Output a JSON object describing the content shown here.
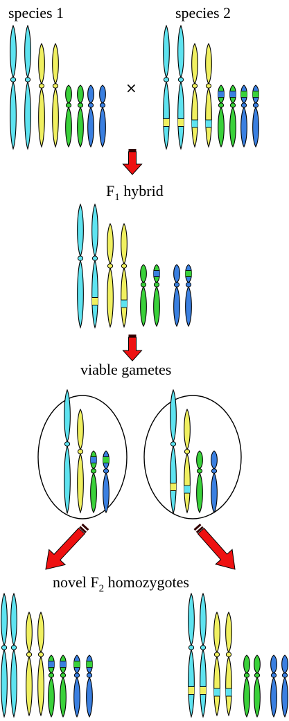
{
  "labels": {
    "species1": "species 1",
    "species2": "species 2",
    "cross": "×",
    "f1_prefix": "F",
    "f1_sub": "1",
    "f1_suffix": " hybrid",
    "gametes": "viable gametes",
    "f2_prefix": "novel F",
    "f2_sub": "2",
    "f2_suffix": " homozygotes"
  },
  "colors": {
    "chrom1": "#5ee3f0",
    "chrom2": "#f0f060",
    "chrom3": "#3ad13a",
    "chrom4": "#3a7fe0",
    "arrow": "#ee1111",
    "arrow_cap": "#330000",
    "ellipse": "#000000"
  },
  "rows": {
    "species1": [
      {
        "type": "c1",
        "bands": []
      },
      {
        "type": "c1",
        "bands": []
      },
      {
        "type": "c2",
        "bands": []
      },
      {
        "type": "c2",
        "bands": []
      },
      {
        "type": "c3",
        "bands": []
      },
      {
        "type": "c3",
        "bands": []
      },
      {
        "type": "c4",
        "bands": []
      },
      {
        "type": "c4",
        "bands": []
      }
    ],
    "species2": [
      {
        "type": "c1",
        "bands": [
          "chrom2"
        ]
      },
      {
        "type": "c1",
        "bands": [
          "chrom2"
        ]
      },
      {
        "type": "c2",
        "bands": [
          "chrom1"
        ]
      },
      {
        "type": "c2",
        "bands": [
          "chrom1"
        ]
      },
      {
        "type": "c3",
        "bands": [
          "chrom4"
        ]
      },
      {
        "type": "c3",
        "bands": [
          "chrom4"
        ]
      },
      {
        "type": "c4",
        "bands": [
          "chrom3"
        ]
      },
      {
        "type": "c4",
        "bands": [
          "chrom3"
        ]
      }
    ],
    "f1": [
      {
        "type": "c1",
        "bands": []
      },
      {
        "type": "c1",
        "bands": [
          "chrom2"
        ]
      },
      {
        "type": "c2",
        "bands": []
      },
      {
        "type": "c2",
        "bands": [
          "chrom1"
        ]
      },
      {
        "type": "c3",
        "bands": []
      },
      {
        "type": "c3",
        "bands": [
          "chrom4"
        ]
      },
      {
        "type": "c4",
        "bands": []
      },
      {
        "type": "c4",
        "bands": [
          "chrom3"
        ]
      }
    ],
    "gamete_left": [
      {
        "type": "c1",
        "bands": []
      },
      {
        "type": "c2",
        "bands": []
      },
      {
        "type": "c3",
        "bands": [
          "chrom4"
        ]
      },
      {
        "type": "c4",
        "bands": [
          "chrom3"
        ]
      }
    ],
    "gamete_right": [
      {
        "type": "c1",
        "bands": [
          "chrom2"
        ]
      },
      {
        "type": "c2",
        "bands": [
          "chrom1"
        ]
      },
      {
        "type": "c3",
        "bands": []
      },
      {
        "type": "c4",
        "bands": []
      }
    ],
    "f2_left": [
      {
        "type": "c1",
        "bands": []
      },
      {
        "type": "c1",
        "bands": []
      },
      {
        "type": "c2",
        "bands": []
      },
      {
        "type": "c2",
        "bands": []
      },
      {
        "type": "c3",
        "bands": [
          "chrom4"
        ]
      },
      {
        "type": "c3",
        "bands": [
          "chrom4"
        ]
      },
      {
        "type": "c4",
        "bands": [
          "chrom3"
        ]
      },
      {
        "type": "c4",
        "bands": [
          "chrom3"
        ]
      }
    ],
    "f2_right": [
      {
        "type": "c1",
        "bands": [
          "chrom2"
        ]
      },
      {
        "type": "c1",
        "bands": [
          "chrom2"
        ]
      },
      {
        "type": "c2",
        "bands": [
          "chrom1"
        ]
      },
      {
        "type": "c2",
        "bands": [
          "chrom1"
        ]
      },
      {
        "type": "c3",
        "bands": []
      },
      {
        "type": "c3",
        "bands": []
      },
      {
        "type": "c4",
        "bands": []
      },
      {
        "type": "c4",
        "bands": []
      }
    ]
  }
}
